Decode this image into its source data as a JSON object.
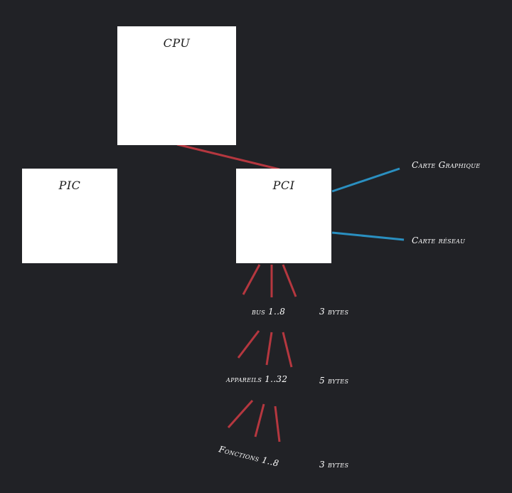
{
  "diagram": {
    "nodes": {
      "cpu": {
        "label": "CPU"
      },
      "pic": {
        "label": "PIC"
      },
      "pci": {
        "label": "PCI"
      }
    },
    "peripherals": {
      "graphics_card": "Carte Graphique",
      "network_card": "Carte réseau"
    },
    "hierarchy": {
      "bus": "bus 1..8",
      "devices": "appareils 1..32",
      "functions": "Fonctions 1..8"
    },
    "sizes": {
      "bus_bits": "3 bytes",
      "devices_bits": "5 bytes",
      "functions_bits": "3 bytes"
    },
    "colors": {
      "background": "#212226",
      "box": "#ffffff",
      "red_line": "#b5373f",
      "blue_line": "#2a8fc0",
      "text": "#ffffff"
    }
  }
}
